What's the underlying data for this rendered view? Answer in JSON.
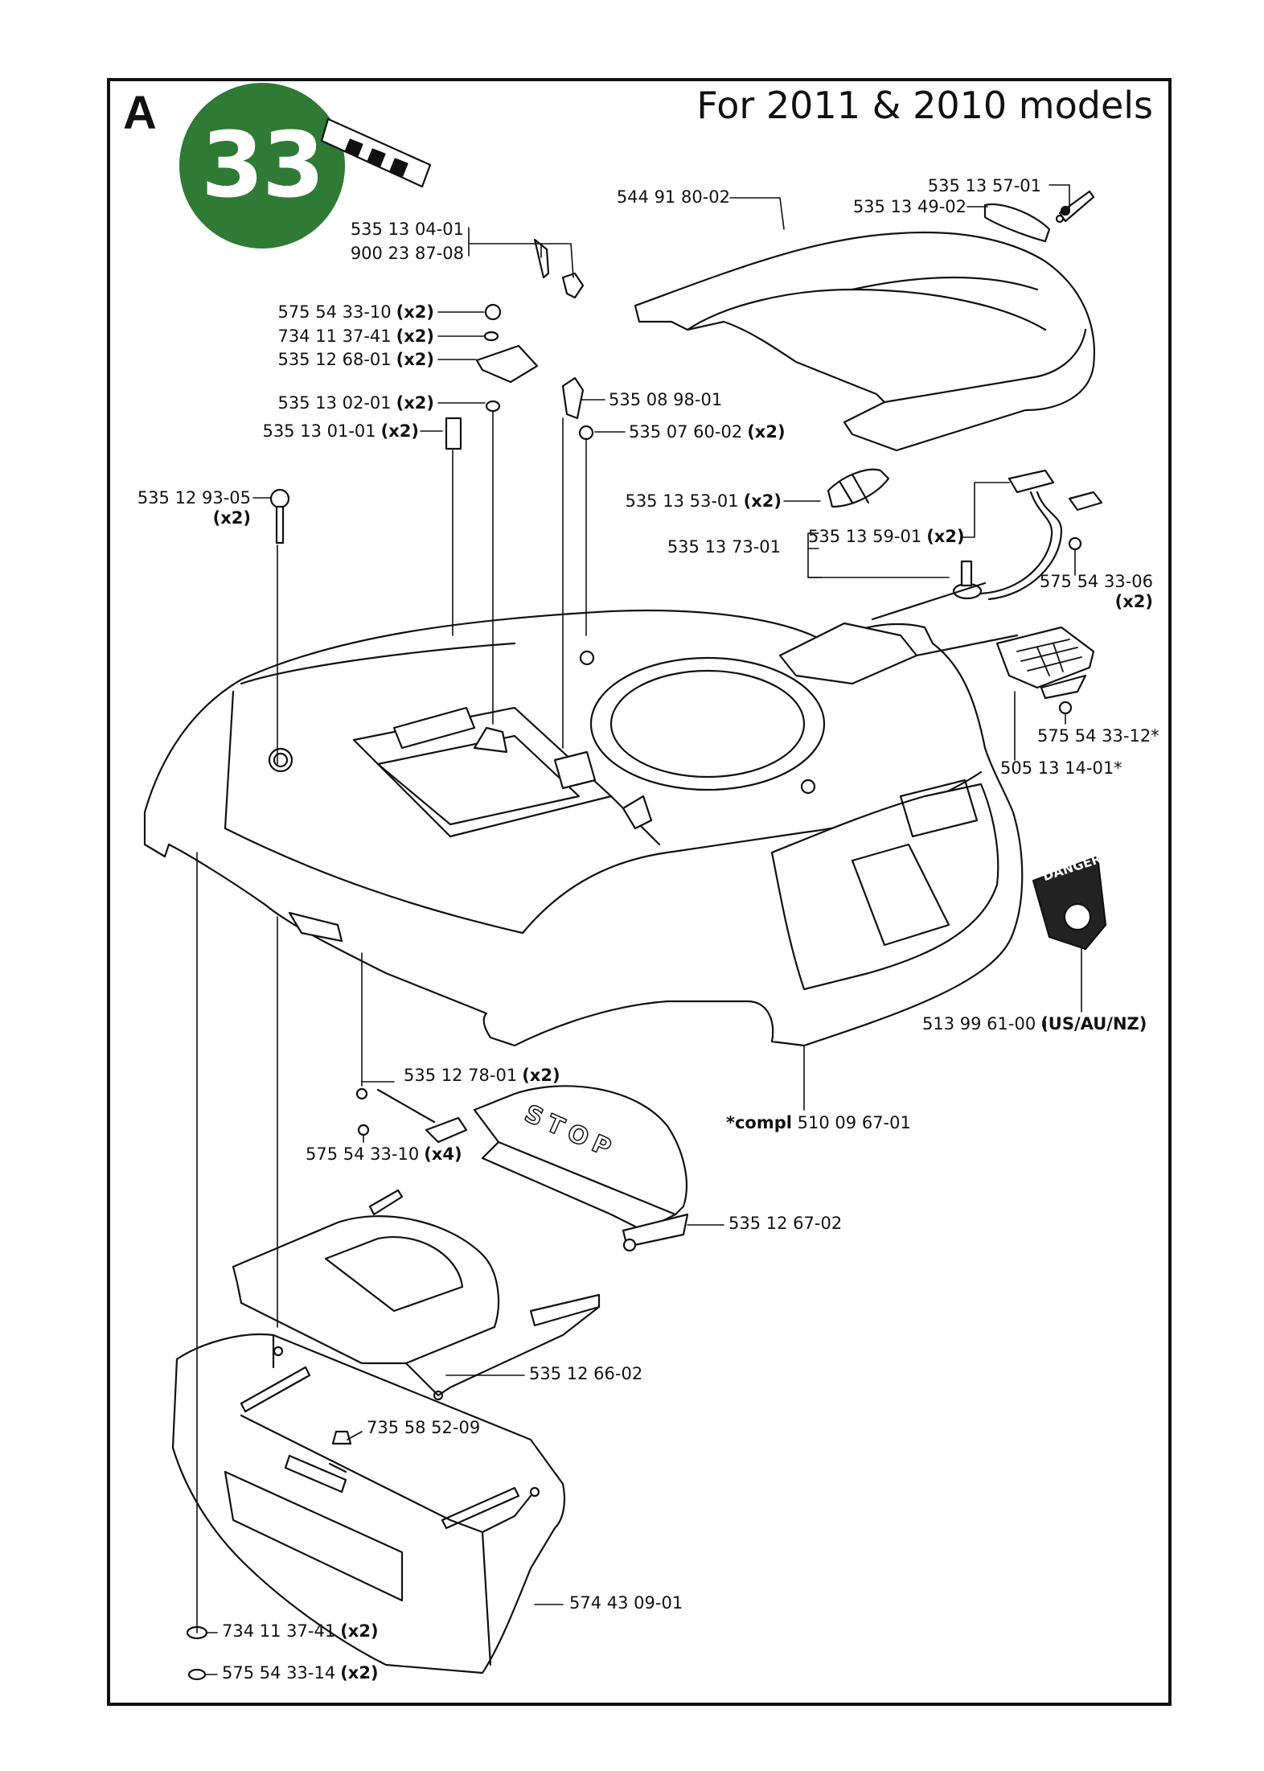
{
  "page": {
    "section_letter": "A",
    "page_number": "33",
    "heading": "For 2011 & 2010 models"
  },
  "parts": [
    {
      "id": "p1",
      "number": "535 13 57-01",
      "qty": ""
    },
    {
      "id": "p2",
      "number": "535 13 49-02",
      "qty": ""
    },
    {
      "id": "p3",
      "number": "544 91 80-02",
      "qty": ""
    },
    {
      "id": "p4",
      "number": "535 13 04-01",
      "qty": ""
    },
    {
      "id": "p5",
      "number": "900 23 87-08",
      "qty": ""
    },
    {
      "id": "p6",
      "number": "575 54 33-10",
      "qty": "(x2)"
    },
    {
      "id": "p7",
      "number": "734 11 37-41",
      "qty": "(x2)"
    },
    {
      "id": "p8",
      "number": "535 12 68-01",
      "qty": "(x2)"
    },
    {
      "id": "p9",
      "number": "535 13 02-01",
      "qty": "(x2)"
    },
    {
      "id": "p10",
      "number": "535 08 98-01",
      "qty": ""
    },
    {
      "id": "p11",
      "number": "535 13 01-01",
      "qty": "(x2)"
    },
    {
      "id": "p12",
      "number": "535 07 60-02",
      "qty": "(x2)"
    },
    {
      "id": "p13",
      "number": "535 12 93-05",
      "qty": "(x2)"
    },
    {
      "id": "p14",
      "number": "535 13 53-01",
      "qty": "(x2)"
    },
    {
      "id": "p15",
      "number": "535 13 59-01",
      "qty": "(x2)"
    },
    {
      "id": "p16",
      "number": "535 13 73-01",
      "qty": ""
    },
    {
      "id": "p17",
      "number": "575 54 33-06",
      "qty": "(x2)"
    },
    {
      "id": "p18",
      "number": "575 54 33-12*",
      "qty": ""
    },
    {
      "id": "p19",
      "number": "505 13 14-01*",
      "qty": ""
    },
    {
      "id": "p20",
      "number": "513 99 61-00",
      "qty": "(US/AU/NZ)"
    },
    {
      "id": "p21",
      "number": "535 12 78-01",
      "qty": "(x2)"
    },
    {
      "id": "p22",
      "prefix": "*compl",
      "number": "510 09 67-01",
      "qty": ""
    },
    {
      "id": "p23",
      "number": "575 54 33-10",
      "qty": "(x4)"
    },
    {
      "id": "p24",
      "number": "535 12 67-02",
      "qty": ""
    },
    {
      "id": "p25",
      "number": "535 12 66-02",
      "qty": ""
    },
    {
      "id": "p26",
      "number": "735 58 52-09",
      "qty": ""
    },
    {
      "id": "p27",
      "number": "574 43 09-01",
      "qty": ""
    },
    {
      "id": "p28",
      "number": "734 11 37-41",
      "qty": "(x2)"
    },
    {
      "id": "p29",
      "number": "575 54 33-14",
      "qty": "(x2)"
    }
  ],
  "decals": {
    "stop": "STOP",
    "danger": "DANGER"
  },
  "colors": {
    "badge": "#2f7a35",
    "line": "#111111",
    "danger_decal": "#222222"
  }
}
